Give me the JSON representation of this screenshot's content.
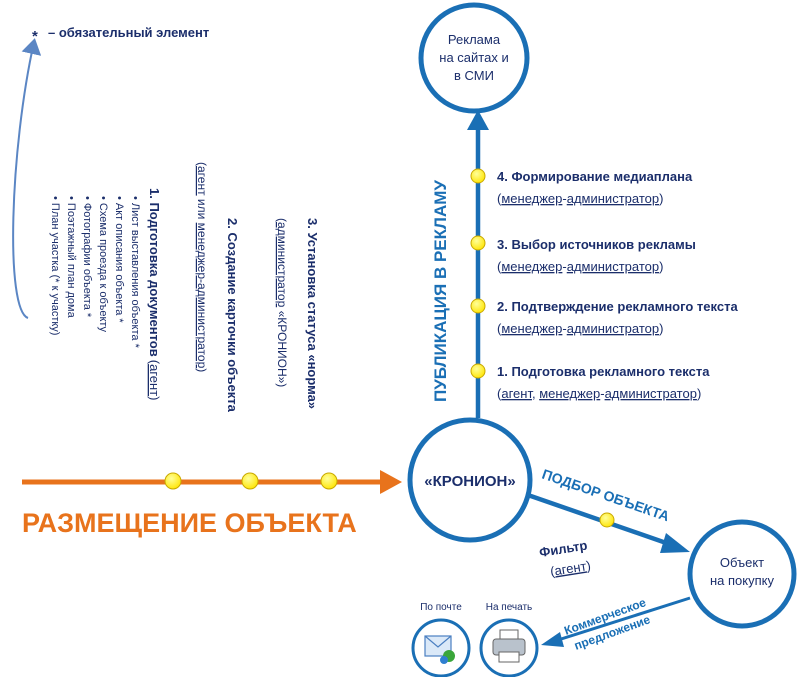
{
  "legend": {
    "marker": "*",
    "text": "– обязательный элемент"
  },
  "nodes": {
    "hub": "«КРОНИОН»",
    "ads": [
      "Реклама",
      "на сайтах и",
      "в СМИ"
    ],
    "object": [
      "Объект",
      "на покупку"
    ]
  },
  "labels": {
    "placement": "РАЗМЕЩЕНИЕ ОБЪЕКТА",
    "publication": "ПУБЛИКАЦИЯ В РЕКЛАМУ",
    "selection": "ПОДБОР ОБЪЕКТА",
    "filter": "Фильтр",
    "filter_role": "агент",
    "offer_line1": "Коммерческое",
    "offer_line2": "предложение",
    "by_mail": "По почте",
    "to_print": "На печать"
  },
  "placement_steps": {
    "s1_title": "1. Подготовка документов",
    "s1_open": "(",
    "s1_role": "агент",
    "s1_close": ")",
    "s1_items": [
      "Лист выставления объекта *",
      "Акт описания объекта *",
      "Схема проезда к объекту",
      "Фотографии объекта *",
      "Поэтажный план дома",
      "План участка (* к участку)"
    ],
    "s2_title": "2. Создание карточки объекта",
    "s2_open": "(",
    "s2_role_a": "агент",
    "s2_or": " или ",
    "s2_role_b": "менеджер-администратор",
    "s2_close": ")",
    "s3_title": "3. Установка статуса «норма»",
    "s3_open": "(",
    "s3_role": "администратор",
    "s3_rest": " «КРОНИОН»)"
  },
  "ad_steps": {
    "a4": "4. Формирование медиаплана",
    "a3": "3. Выбор источников рекламы",
    "a2": "2. Подтверждение рекламного текста",
    "a1": "1. Подготовка рекламного текста",
    "open": "(",
    "close": ")",
    "comma": ", ",
    "dash": "-",
    "agent": "агент",
    "manager": "менеджер",
    "admin": "администратор"
  },
  "colors": {
    "blue": "#1a6fb5",
    "orange": "#e8731c",
    "yellow_dot": "#ffee00",
    "navy_text": "#1b2e6b"
  }
}
